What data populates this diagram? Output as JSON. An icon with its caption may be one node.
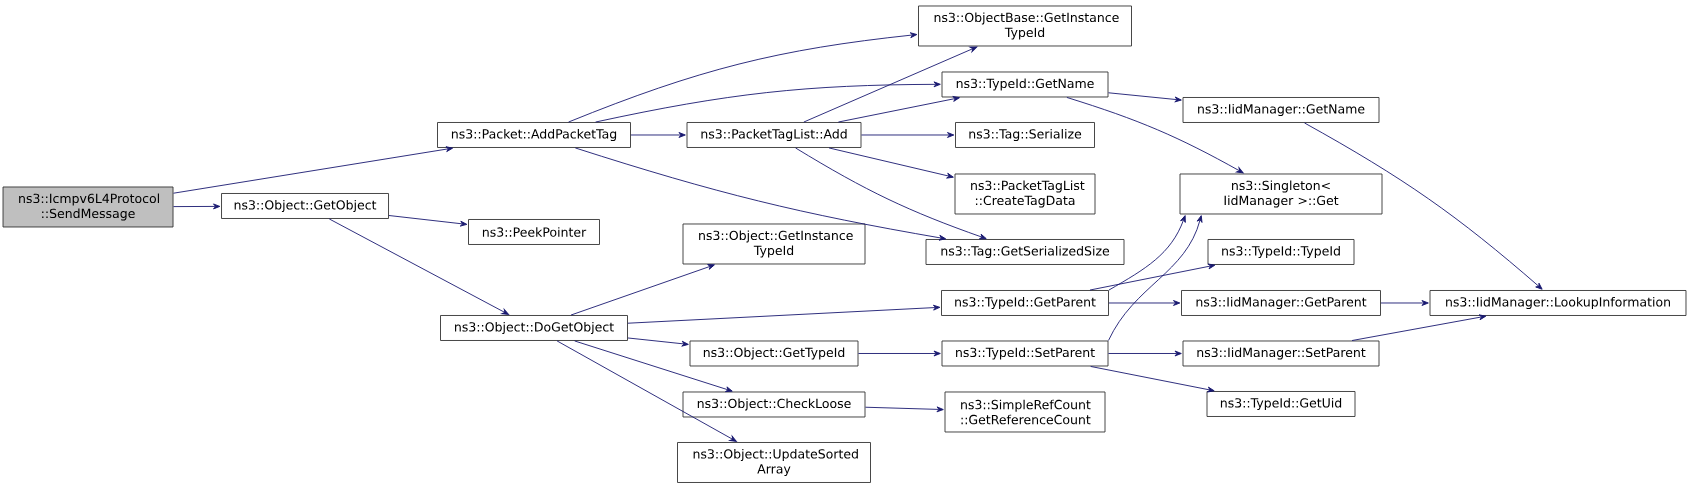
{
  "diagram": {
    "nodes": [
      {
        "text": [
          "ns3::Icmpv6L4Protocol ::SendMessage"
        ]
      },
      {
        "text": [
          "ns3::Packet::AddPacketTag"
        ]
      },
      {
        "text": [
          "ns3::Object::GetObject"
        ]
      },
      {
        "text": [
          "ns3::ObjectBase::GetInstance TypeId"
        ]
      },
      {
        "text": [
          "ns3::TypeId::GetName"
        ]
      },
      {
        "text": [
          "ns3::PacketTagList::Add"
        ]
      },
      {
        "text": [
          "ns3::Tag::Serialize"
        ]
      },
      {
        "text": [
          "ns3::PacketTagList ::CreateTagData"
        ]
      },
      {
        "text": [
          "ns3::Tag::GetSerializedSize"
        ]
      },
      {
        "text": [
          "ns3::PeekPointer"
        ]
      },
      {
        "text": [
          "ns3::Object::GetInstance TypeId"
        ]
      },
      {
        "text": [
          "ns3::Object::DoGetObject"
        ]
      },
      {
        "text": [
          "ns3::Singleton< IidManager >::Get"
        ]
      },
      {
        "text": [
          "ns3::IidManager::GetName"
        ]
      },
      {
        "text": [
          "ns3::TypeId::TypeId"
        ]
      },
      {
        "text": [
          "ns3::TypeId::GetParent"
        ]
      },
      {
        "text": [
          "ns3::IidManager::GetParent"
        ]
      },
      {
        "text": [
          "ns3::IidManager::LookupInformation"
        ]
      },
      {
        "text": [
          "ns3::Object::GetTypeId"
        ]
      },
      {
        "text": [
          "ns3::TypeId::SetParent"
        ]
      },
      {
        "text": [
          "ns3::IidManager::SetParent"
        ]
      },
      {
        "text": [
          "ns3::TypeId::GetUid"
        ]
      },
      {
        "text": [
          "ns3::Object::CheckLoose"
        ]
      },
      {
        "text": [
          "ns3::SimpleRefCount ::GetReferenceCount"
        ]
      },
      {
        "text": [
          "ns3::Object::UpdateSorted Array"
        ]
      }
    ],
    "edges": [
      {
        "from": 0,
        "to": 1,
        "arrow": "to"
      },
      {
        "from": 0,
        "to": 2,
        "arrow": "to"
      },
      {
        "from": 1,
        "to": 3,
        "arrow": "to"
      },
      {
        "from": 1,
        "to": 4,
        "arrow": "to"
      },
      {
        "from": 1,
        "to": 5,
        "arrow": "to"
      },
      {
        "from": 1,
        "to": 8,
        "arrow": "to"
      },
      {
        "from": 5,
        "to": 3,
        "arrow": "to"
      },
      {
        "from": 5,
        "to": 4,
        "arrow": "to"
      },
      {
        "from": 5,
        "to": 6,
        "arrow": "to"
      },
      {
        "from": 5,
        "to": 7,
        "arrow": "to"
      },
      {
        "from": 5,
        "to": 8,
        "arrow": "to"
      },
      {
        "from": 4,
        "to": 13,
        "arrow": "to"
      },
      {
        "from": 4,
        "to": 12,
        "arrow": "to"
      },
      {
        "from": 13,
        "to": 17,
        "arrow": "to"
      },
      {
        "from": 2,
        "to": 9,
        "arrow": "to"
      },
      {
        "from": 2,
        "to": 11,
        "arrow": "to"
      },
      {
        "from": 11,
        "to": 10,
        "arrow": "to"
      },
      {
        "from": 11,
        "to": 15,
        "arrow": "to"
      },
      {
        "from": 11,
        "to": 18,
        "arrow": "to"
      },
      {
        "from": 11,
        "to": 22,
        "arrow": "to"
      },
      {
        "from": 11,
        "to": 24,
        "arrow": "to"
      },
      {
        "from": 15,
        "to": 12,
        "arrow": "to"
      },
      {
        "from": 15,
        "to": 14,
        "arrow": "to"
      },
      {
        "from": 15,
        "to": 16,
        "arrow": "to"
      },
      {
        "from": 16,
        "to": 17,
        "arrow": "to"
      },
      {
        "from": 18,
        "to": 19,
        "arrow": "to"
      },
      {
        "from": 19,
        "to": 12,
        "arrow": "to"
      },
      {
        "from": 19,
        "to": 20,
        "arrow": "to"
      },
      {
        "from": 19,
        "to": 21,
        "arrow": "to"
      },
      {
        "from": 20,
        "to": 17,
        "arrow": "to"
      },
      {
        "from": 22,
        "to": 23,
        "arrow": "to"
      }
    ]
  }
}
